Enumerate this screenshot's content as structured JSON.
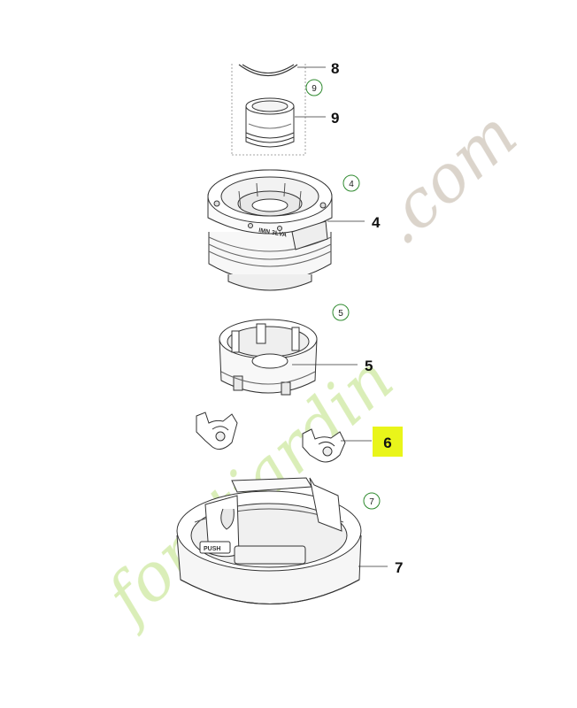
{
  "watermark": {
    "text_green": "foretjardin",
    "text_gray": ".com",
    "color_green": "#d6ecb0",
    "color_gray": "#d7d0c6"
  },
  "accent_colors": {
    "circle_green": "#2f8a2f",
    "highlight_yellow": "#e9f51a"
  },
  "parts": [
    {
      "id": "8",
      "callout": "8",
      "circle": ""
    },
    {
      "id": "9",
      "callout": "9",
      "circle": "9"
    },
    {
      "id": "4",
      "callout": "4",
      "circle": "4"
    },
    {
      "id": "5",
      "callout": "5",
      "circle": "5"
    },
    {
      "id": "6",
      "callout": "6",
      "circle": ""
    },
    {
      "id": "7",
      "callout": "7",
      "circle": "7"
    }
  ],
  "embossed": {
    "push_label": "PUSH",
    "spool_label": "IMN 3ŁVA"
  }
}
